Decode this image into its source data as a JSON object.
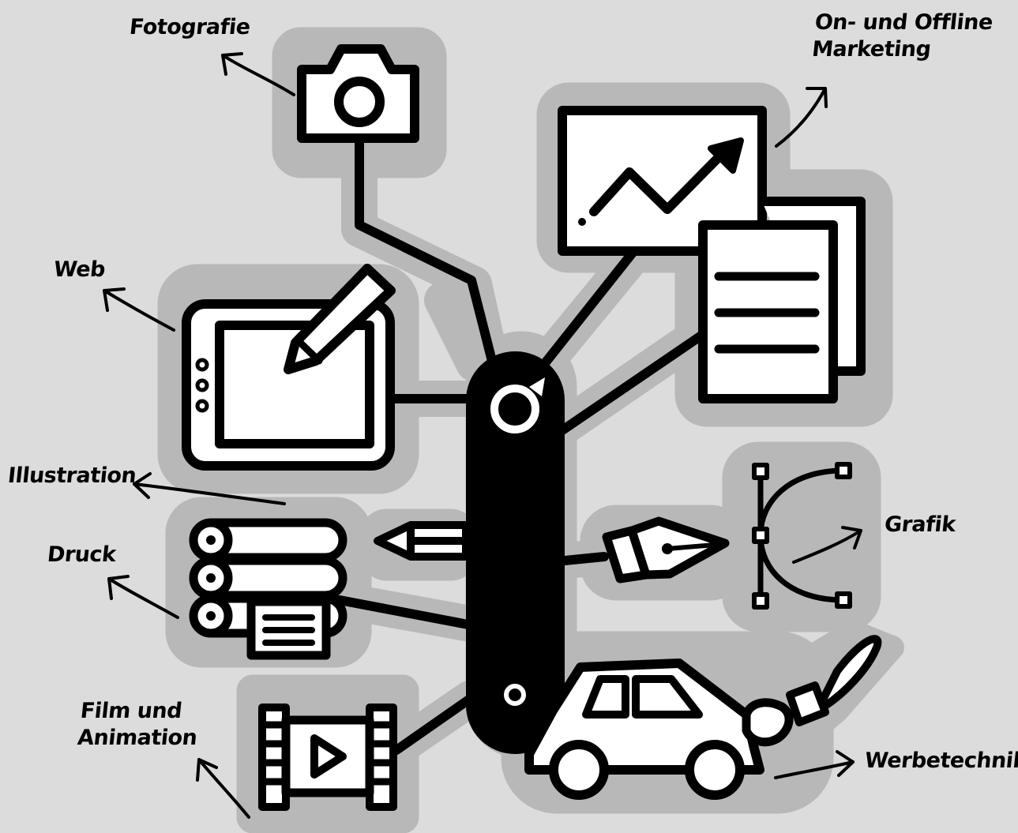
{
  "colors": {
    "background": "#dcdcdc",
    "halo": "#b8b8b8",
    "ink": "#000000",
    "fill": "#ffffff"
  },
  "labels": {
    "fotografie": "Fotografie",
    "marketing_line1": "On- und Offline",
    "marketing_line2": "Marketing",
    "web": "Web",
    "illustration": "Illustration",
    "druck": "Druck",
    "grafik": "Grafik",
    "film_line1": "Film und",
    "film_line2": "Animation",
    "werbetechnik": "Werbetechnik"
  },
  "icons": [
    "camera-icon",
    "chart-board-icon",
    "documents-icon",
    "tablet-pen-icon",
    "pencil-icon",
    "paper-rolls-icon",
    "fountain-pen-icon",
    "bezier-curve-icon",
    "film-strip-icon",
    "car-brush-icon",
    "swiss-knife-handle-icon"
  ]
}
